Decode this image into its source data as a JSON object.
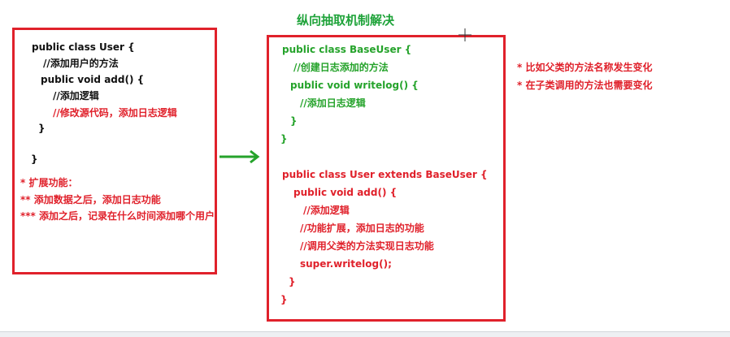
{
  "title": "纵向抽取机制解决",
  "left_box": {
    "code": [
      "public class User {",
      "//添加用户的方法",
      "public void add() {",
      "//添加逻辑",
      "//修改源代码，添加日志逻辑",
      "}",
      "}"
    ],
    "notes": [
      "* 扩展功能：",
      "** 添加数据之后，添加日志功能",
      "*** 添加之后，记录在什么时间添加哪个用户"
    ]
  },
  "right_box": {
    "base_code": [
      "public class BaseUser {",
      "//创建日志添加的方法",
      "public void writelog() {",
      "//添加日志逻辑",
      "}",
      "}"
    ],
    "user_code": [
      "public class User extends BaseUser {",
      "public void add() {",
      "//添加逻辑",
      "//功能扩展，添加日志的功能",
      "//调用父类的方法实现日志功能",
      "super.writelog();",
      "}",
      "}"
    ]
  },
  "side_notes": [
    "* 比如父类的方法名称发生变化",
    "* 在子类调用的方法也需要变化"
  ],
  "colors": {
    "frame": "#e0212b",
    "green": "#25a32b",
    "red": "#e0212b",
    "black": "#111111"
  }
}
